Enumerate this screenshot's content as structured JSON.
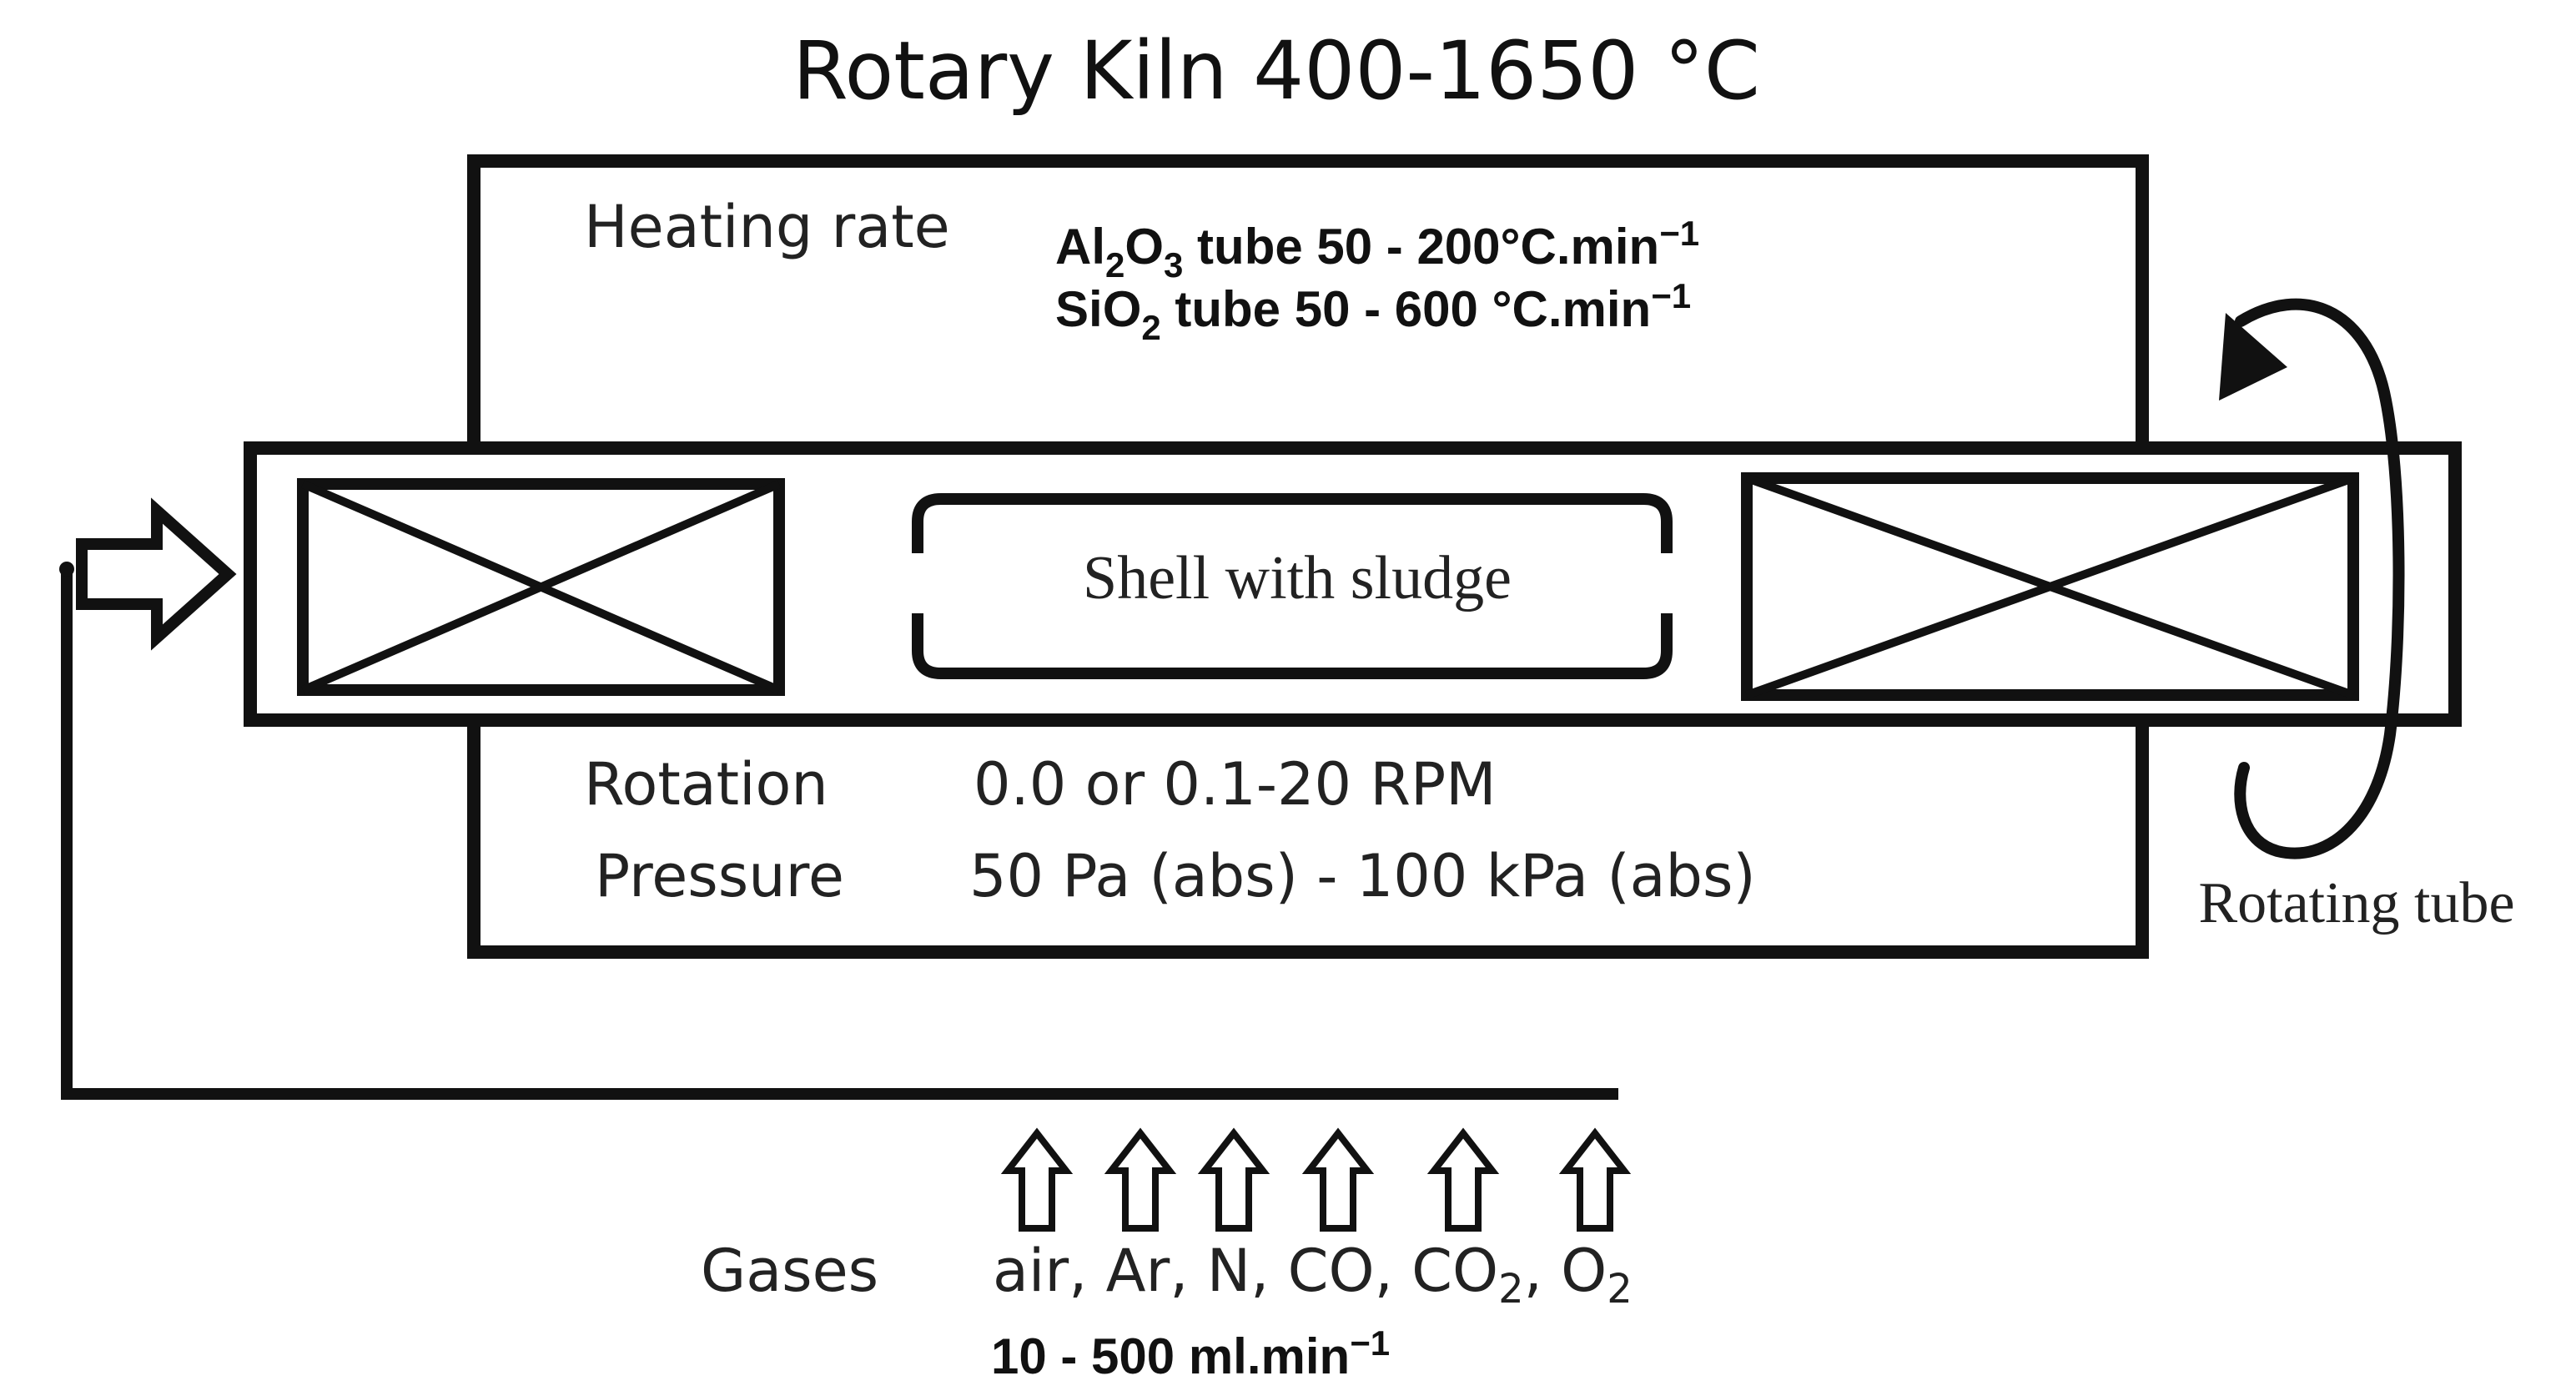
{
  "title": "Rotary Kiln 400-1650 °C",
  "heating": {
    "label": "Heating rate",
    "al2o3": {
      "formula_base": "Al",
      "sub1": "2",
      "mid": "O",
      "sub2": "3",
      "text": " tube 50 - 200°C.min",
      "sup": "−1"
    },
    "sio2": {
      "formula_base": "SiO",
      "sub": "2",
      "text": " tube 50 - 600 °C.min",
      "sup": "−1"
    }
  },
  "shell_label": "Shell with sludge",
  "rotation": {
    "label": "Rotation",
    "value": "0.0 or 0.1-20 RPM"
  },
  "pressure": {
    "label": "Pressure",
    "value": "50 Pa (abs) - 100 kPa (abs)"
  },
  "rotating_tube_label": "Rotating tube",
  "gases": {
    "label": "Gases",
    "list_part1": "air, Ar, N, CO, CO",
    "sub_co2": "2",
    "list_part2": ", O",
    "sub_o2": "2",
    "flow_base": "10 - 500 ml.min",
    "flow_sup": "−1"
  },
  "colors": {
    "ink": "#111111",
    "background": "#ffffff"
  }
}
